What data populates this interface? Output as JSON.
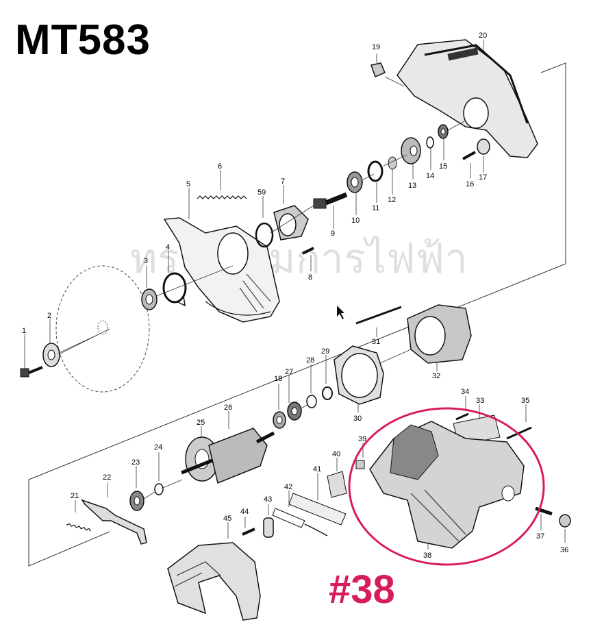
{
  "header": {
    "model": "MT583"
  },
  "highlight": {
    "label": "#38",
    "color": "#d81b5e"
  },
  "watermark": {
    "text": "ทรงธรรมการไฟฟ้า"
  },
  "parts": {
    "p1": "1",
    "p2": "2",
    "p3": "3",
    "p4": "4",
    "p5": "5",
    "p6": "6",
    "p7": "7",
    "p8": "8",
    "p9": "9",
    "p10": "10",
    "p11": "11",
    "p12": "12",
    "p13": "13",
    "p14": "14",
    "p15": "15",
    "p16": "16",
    "p17": "17",
    "p18": "18",
    "p19": "19",
    "p20": "20",
    "p21": "21",
    "p22": "22",
    "p23": "23",
    "p24": "24",
    "p25": "25",
    "p26": "26",
    "p27": "27",
    "p28": "28",
    "p29": "29",
    "p30": "30",
    "p31": "31",
    "p32": "32",
    "p33": "33",
    "p34": "34",
    "p35": "35",
    "p36": "36",
    "p37": "37",
    "p38": "38",
    "p39": "39",
    "p40": "40",
    "p41": "41",
    "p42": "42",
    "p43": "43",
    "p44": "44",
    "p45": "45",
    "p59": "59"
  }
}
